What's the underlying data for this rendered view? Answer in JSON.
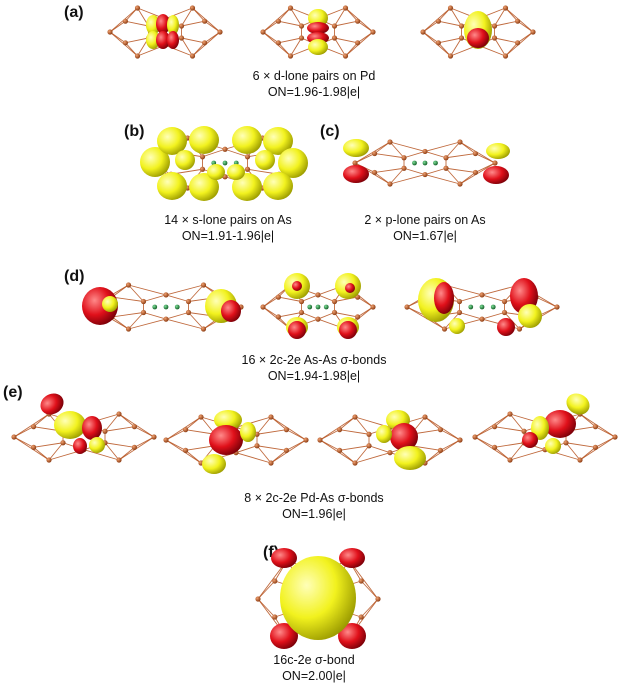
{
  "panels": [
    {
      "id": "a",
      "label": "(a)",
      "line1": "6 × d-lone pairs on Pd",
      "line2": "ON=1.96-1.98|e|"
    },
    {
      "id": "b",
      "label": "(b)",
      "line1": "14 × s-lone pairs on As",
      "line2": "ON=1.91-1.96|e|"
    },
    {
      "id": "c",
      "label": "(c)",
      "line1": "2 × p-lone pairs on As",
      "line2": "ON=1.67|e|"
    },
    {
      "id": "d",
      "label": "(d)",
      "line1": "16 × 2c-2e  As-As σ-bonds",
      "line2": "ON=1.94-1.98|e|"
    },
    {
      "id": "e",
      "label": "(e)",
      "line1": "8 × 2c-2e  Pd-As σ-bonds",
      "line2": "ON=1.96|e|"
    },
    {
      "id": "f",
      "label": "(f)",
      "line1": "16c-2e  σ-bond",
      "line2": "ON=2.00|e|"
    }
  ],
  "colors": {
    "lobe_positive": "#f2f21e",
    "lobe_negative": "#e0101a",
    "as_atom": "#b5501c",
    "pd_atom": "#1f8a3a",
    "bond": "#b5501c"
  }
}
